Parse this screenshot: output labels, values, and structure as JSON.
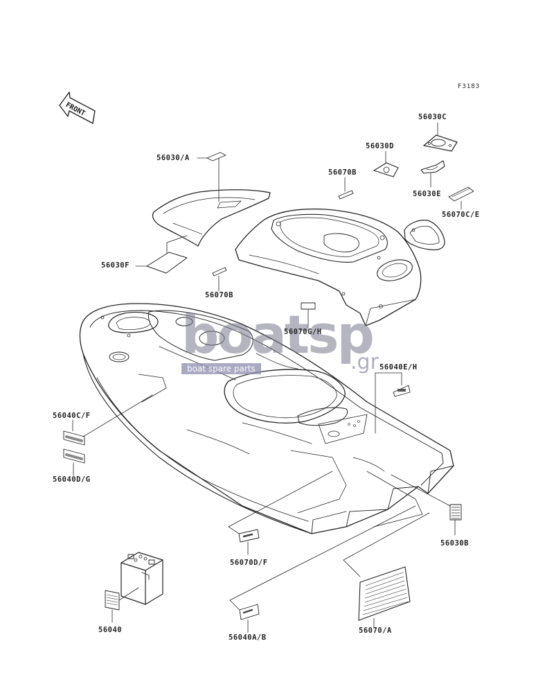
{
  "figure_code": "F3183",
  "front_label": "FRONT",
  "watermark": {
    "main": "boatsp",
    "tld": ".gr",
    "subtitle": "boat spare parts"
  },
  "labels": {
    "56030c": "56030C",
    "56030d": "56030D",
    "56030e": "56030E",
    "56070b_top": "56070B",
    "56070ce": "56070C/E",
    "56030a": "56030/A",
    "56030f": "56030F",
    "56070b_mid": "56070B",
    "56070gh": "56070G/H",
    "56040eh": "56040E/H",
    "56040cf": "56040C/F",
    "56040dg": "56040D/G",
    "56030b": "56030B",
    "56070df": "56070D/F",
    "56040": "56040",
    "56040ab": "56040A/B",
    "56070a": "56070/A"
  }
}
